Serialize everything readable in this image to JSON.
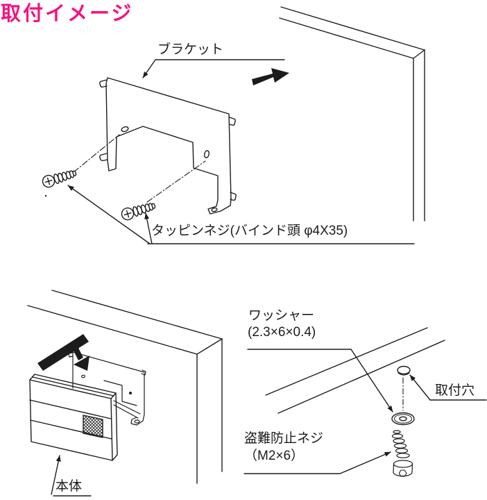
{
  "title": "取付イメージ",
  "colors": {
    "accent": "#f4137e",
    "ink": "#1c1c1c",
    "background": "#ffffff"
  },
  "labels": {
    "bracket": "ブラケット",
    "tapping_screw": "タッピンネジ(バインド頭 φ4X35)",
    "washer_name": "ワッシャー",
    "washer_size": "(2.3×6×0.4)",
    "mounting_hole": "取付穴",
    "anti_theft_name": "盗難防止ネジ",
    "anti_theft_size": "（M2×6）",
    "main_unit": "本体"
  }
}
